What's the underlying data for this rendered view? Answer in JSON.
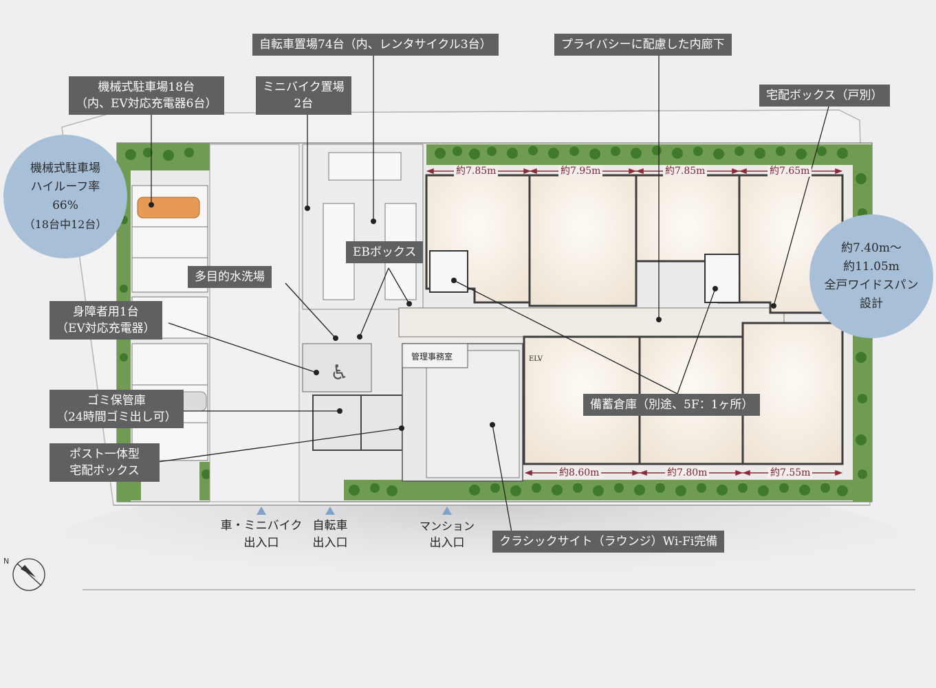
{
  "labels": {
    "bicycle_parking": "自転車置場74台（内、レンタサイクル3台）",
    "privacy_corridor": "プライバシーに配慮した内廊下",
    "mech_parking_l1": "機械式駐車場18台",
    "mech_parking_l2": "（内、EV対応充電器6台）",
    "minibike_l1": "ミニバイク置場",
    "minibike_l2": "2台",
    "delivery_box_unit": "宅配ボックス（戸別）",
    "eb_box": "EBボックス",
    "multi_wash": "多目的水洗場",
    "accessible_l1": "身障者用1台",
    "accessible_l2": "（EV対応充電器）",
    "garbage_l1": "ゴミ保管庫",
    "garbage_l2": "（24時間ゴミ出し可）",
    "post_l1": "ポスト一体型",
    "post_l2": "宅配ボックス",
    "storage": "備蓄倉庫（別途、5F：1ヶ所）",
    "lounge": "クラシックサイト（ラウンジ）Wi-Fi完備"
  },
  "circles": {
    "left_l1": "機械式駐車場",
    "left_l2": "ハイルーフ率",
    "left_l3": "66%",
    "left_l4": "（18台中12台）",
    "right_l1": "約7.40m～",
    "right_l2": "約11.05m",
    "right_l3": "全戸ワイドスパン",
    "right_l4": "設計"
  },
  "entrances": {
    "car_l1": "車・ミニバイク",
    "car_l2": "出入口",
    "bike_l1": "自転車",
    "bike_l2": "出入口",
    "mansion_l1": "マンション",
    "mansion_l2": "出入口"
  },
  "rooms": {
    "office": "管理事務室",
    "elv": "ELV"
  },
  "dimensions": {
    "top": [
      "約7.85m",
      "約7.95m",
      "約7.85m",
      "約7.65m"
    ],
    "bottom": [
      "約8.60m",
      "約7.80m",
      "約7.55m"
    ]
  },
  "colors": {
    "label_bg": "#5f6062",
    "circle_bg": "#a8bfd8",
    "dim_line": "#8a2b36",
    "entrance_arrow": "#7fa3c6",
    "greenery": "#4e8a3a",
    "unit_floor": "#f6efe6",
    "wall": "#3d3d3d"
  }
}
